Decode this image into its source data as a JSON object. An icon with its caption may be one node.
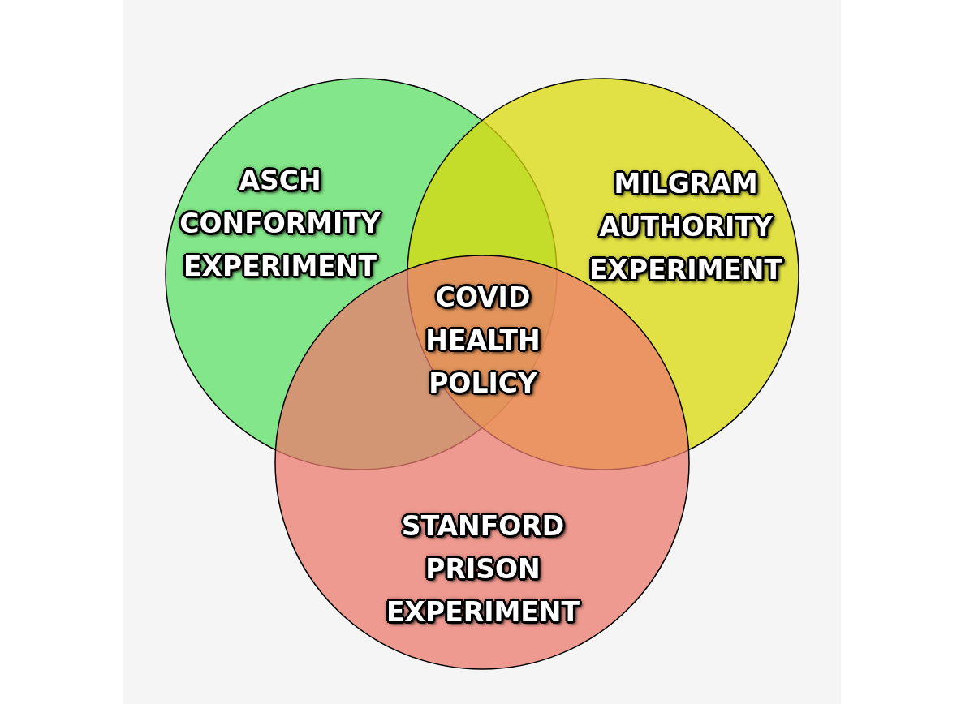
{
  "diagram": {
    "nodes": [
      {
        "text": [
          "ASCH CONFORMITY EXPERIMENT"
        ]
      },
      {
        "text": [
          "MILGRAM AUTHORITY EXPERIMENT"
        ]
      },
      {
        "text": [
          "STANFORD PRISON EXPERIMENT"
        ]
      }
    ],
    "edges": [],
    "labels": [
      "COVID HEALTH POLICY"
    ]
  }
}
